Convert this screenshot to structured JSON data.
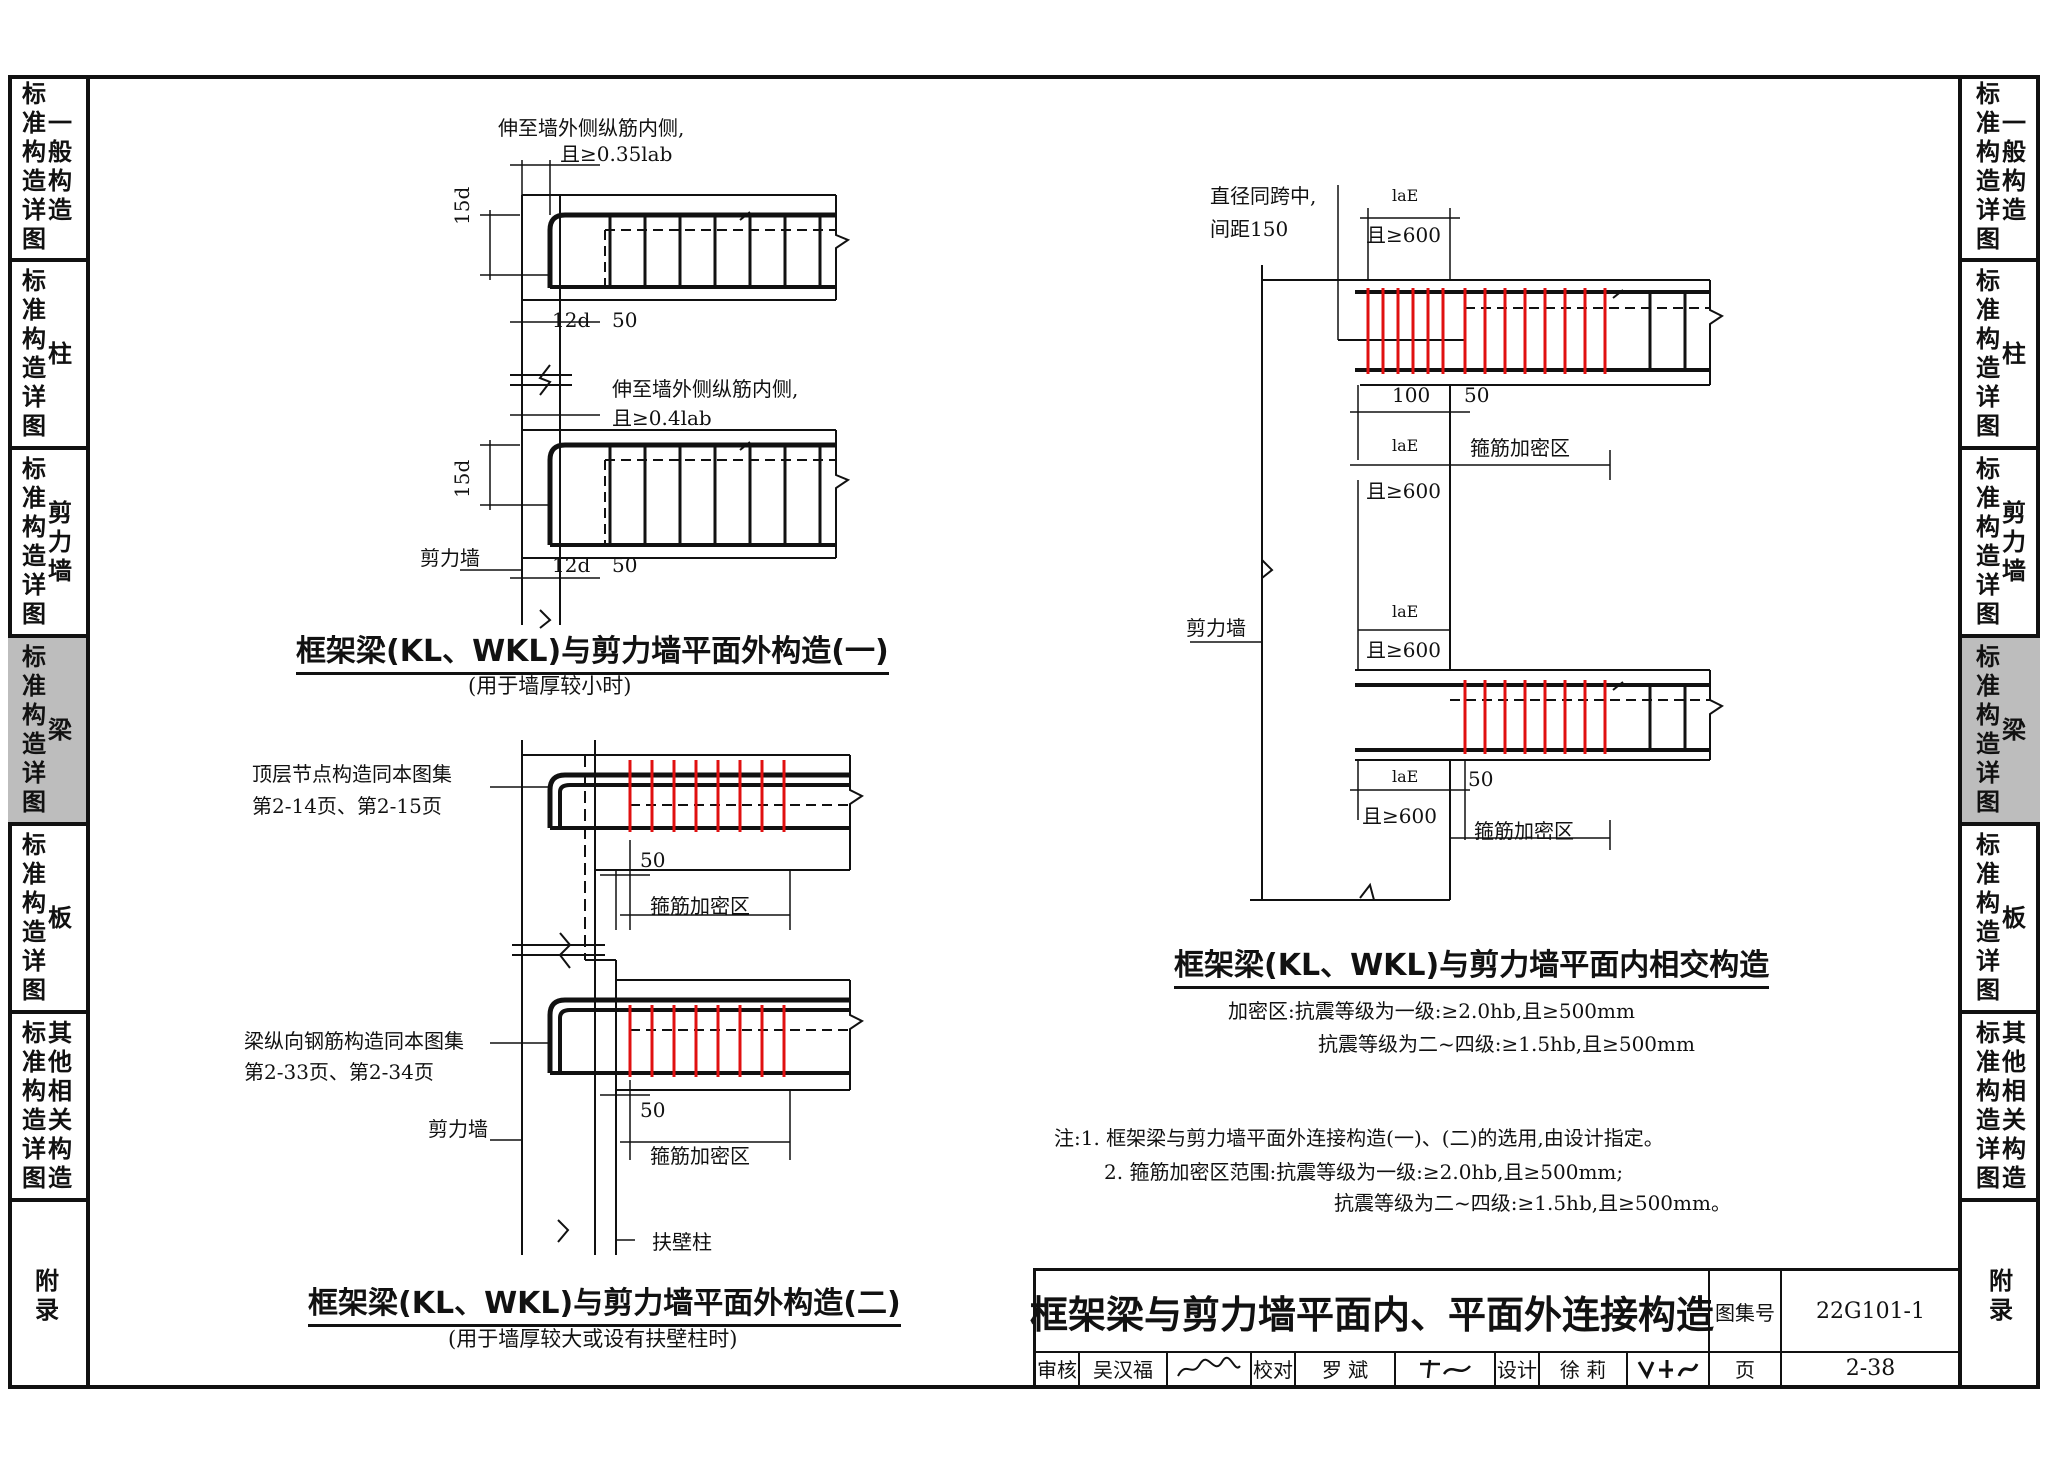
{
  "left_tabs": [
    {
      "top_label": "标准构造详图",
      "side_label": "一般构造",
      "active": false
    },
    {
      "top_label": "标准构造详图",
      "side_label": "柱",
      "active": false
    },
    {
      "top_label": "标准构造详图",
      "side_label": "剪力墙",
      "active": false
    },
    {
      "top_label": "标准构造详图",
      "side_label": "梁",
      "active": true
    },
    {
      "top_label": "标准构造详图",
      "side_label": "板",
      "active": false
    },
    {
      "top_label": "标准构造详图",
      "side_label": "其他相关构造",
      "active": false
    },
    {
      "top_label": "",
      "side_label": "附录",
      "active": false
    }
  ],
  "diagram1": {
    "title": "框架梁(KL、WKL)与剪力墙平面外构造(一)",
    "subtitle": "(用于墙厚较小时)",
    "note_top_line1": "伸至墙外侧纵筋内侧,",
    "note_top_line2": "且≥0.35lab",
    "note_mid_line1": "伸至墙外侧纵筋内侧,",
    "note_mid_line2": "且≥0.4lab",
    "dim_15d": "15d",
    "dim_12d": "12d",
    "dim_50": "50",
    "wall_label": "剪力墙"
  },
  "diagram2": {
    "title": "框架梁(KL、WKL)与剪力墙平面外构造(二)",
    "subtitle": "(用于墙厚较大或设有扶壁柱时)",
    "note_top_line1": "顶层节点构造同本图集",
    "note_top_line2": "第2-14页、第2-15页",
    "note_mid_line1": "梁纵向钢筋构造同本图集",
    "note_mid_line2": "第2-33页、第2-34页",
    "dim_50": "50",
    "dense_zone": "箍筋加密区",
    "wall_label": "剪力墙",
    "pilaster_label": "扶壁柱"
  },
  "diagram3": {
    "title": "框架梁(KL、WKL)与剪力墙平面内相交构造",
    "note_line1": "直径同跨中,",
    "note_line2": "间距150",
    "dim_lae": "laE",
    "dim_600": "且≥600",
    "dim_100": "100",
    "dim_50": "50",
    "dense_zone": "箍筋加密区",
    "wall_label": "剪力墙",
    "dense_rule_line1": "加密区:抗震等级为一级:≥2.0hb,且≥500mm",
    "dense_rule_line2": "抗震等级为二~四级:≥1.5hb,且≥500mm"
  },
  "notes": {
    "line1": "注:1. 框架梁与剪力墙平面外连接构造(一)、(二)的选用,由设计指定。",
    "line2": "2. 箍筋加密区范围:抗震等级为一级:≥2.0hb,且≥500mm;",
    "line3": "抗震等级为二~四级:≥1.5hb,且≥500mm。"
  },
  "title_block": {
    "title": "框架梁与剪力墙平面内、平面外连接构造",
    "atlas_label": "图集号",
    "atlas_no": "22G101-1",
    "review_label": "审核",
    "review_name": "吴汉福",
    "check_label": "校对",
    "check_name": "罗 斌",
    "design_label": "设计",
    "design_name": "徐 莉",
    "page_label": "页",
    "page_no": "2-38"
  },
  "colors": {
    "line": "#111111",
    "stirrup_red": "#e01010",
    "active_tab": "#bdbdbd"
  }
}
